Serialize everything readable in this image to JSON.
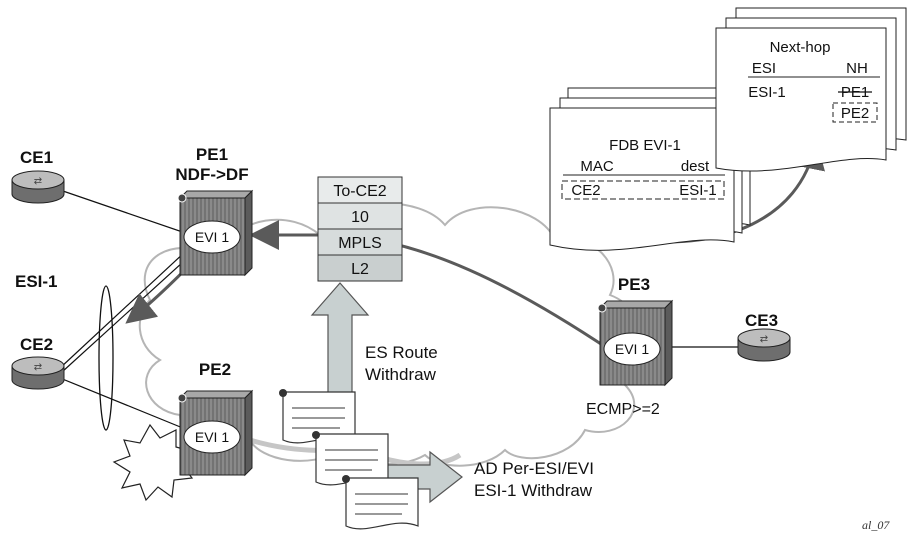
{
  "routers": {
    "ce1": "CE1",
    "ce2": "CE2",
    "ce3": "CE3"
  },
  "pe1": {
    "name": "PE1",
    "role": "NDF->DF",
    "evi": "EVI 1"
  },
  "pe2": {
    "name": "PE2",
    "evi": "EVI 1"
  },
  "pe3": {
    "name": "PE3",
    "evi": "EVI 1",
    "ecmp": "ECMP>=2"
  },
  "esi_label": "ESI-1",
  "packet_stack": [
    "To-CE2",
    "10",
    "MPLS",
    "L2"
  ],
  "es_route": {
    "line1": "ES Route",
    "line2": "Withdraw"
  },
  "ad_route": {
    "line1": "AD Per-ESI/EVI",
    "line2": "ESI-1 Withdraw"
  },
  "fdb": {
    "title": "FDB EVI-1",
    "col_mac": "MAC",
    "col_dest": "dest",
    "row_mac": "CE2",
    "row_dest": "ESI-1"
  },
  "nexthop": {
    "title": "Next-hop",
    "col_esi": "ESI",
    "col_nh": "NH",
    "row_esi": "ESI-1",
    "old_nh": "PE1",
    "new_nh": "PE2"
  },
  "figure_id": "al_07",
  "colors": {
    "cloud_stroke": "#b5b5b5",
    "path_gray": "#5a5a5a",
    "packet_fill": "#d7dcdc",
    "arrow_fill": "#c8d0d0",
    "router_fill": "#8c8c8c"
  }
}
